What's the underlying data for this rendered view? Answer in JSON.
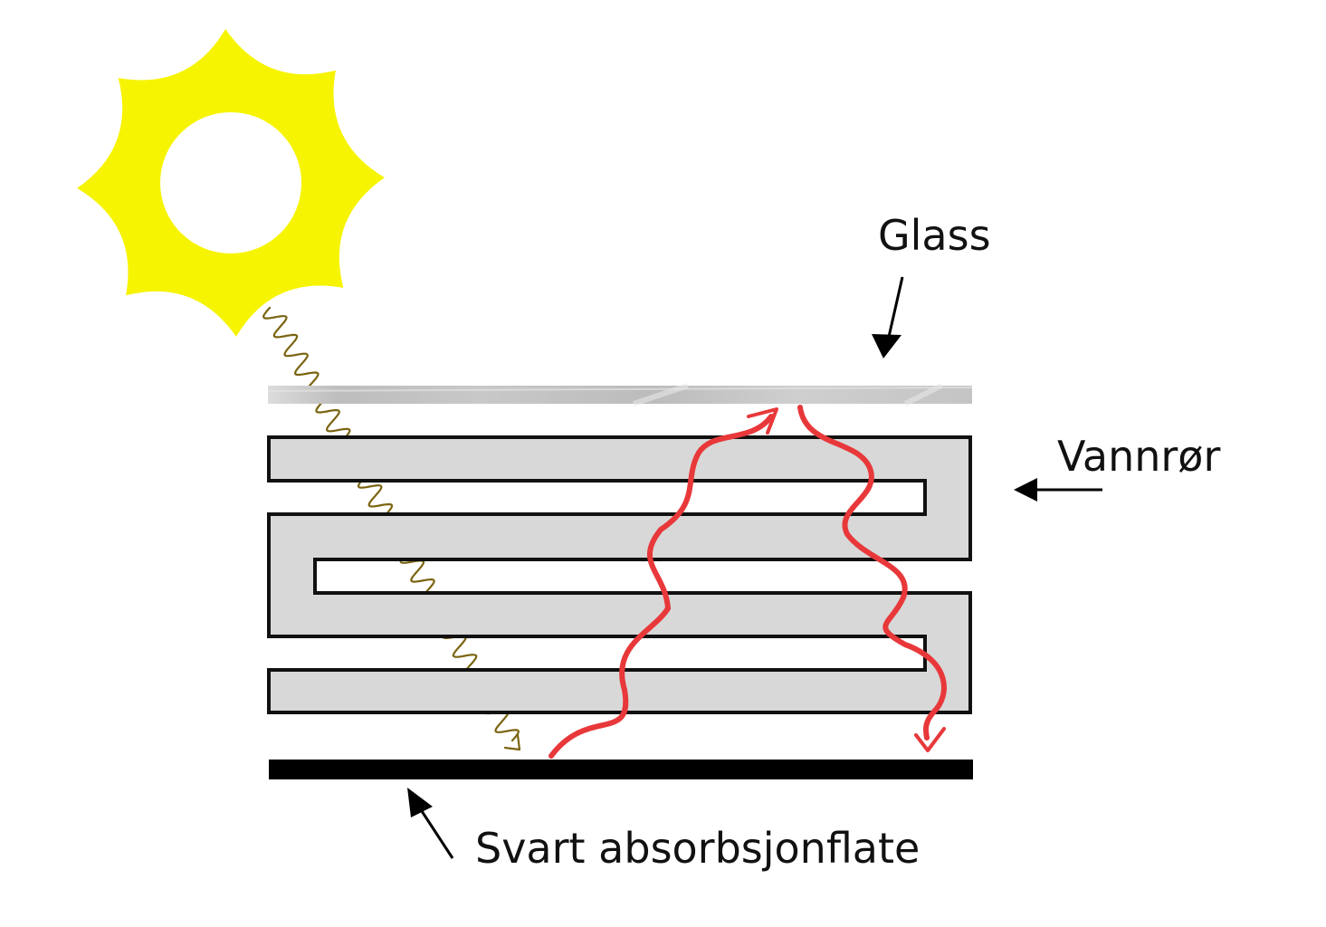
{
  "labels": {
    "glass": "Glass",
    "pipe": "Vannrør",
    "absorber": "Svart absorbsjonflate"
  },
  "colors": {
    "sun": "#f6f400",
    "glass": "#c8c8c8",
    "pipe_fill": "#d8d8d8",
    "pipe_outline": "#111111",
    "absorber": "#000000",
    "incoming_ray": "#7a6410",
    "heat_ray": "#e8383a"
  },
  "icons": {
    "sun": "sun-icon",
    "incoming_ray": "wavy-arrow-incoming-sunlight",
    "heat_rays": "wavy-arrow-heat-radiation"
  }
}
